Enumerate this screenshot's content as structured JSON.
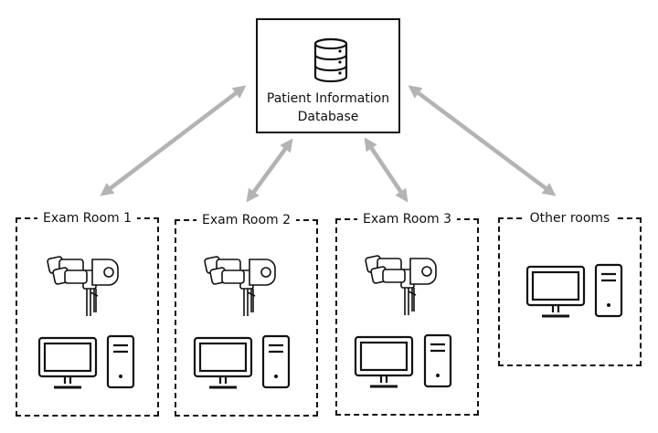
{
  "database": {
    "line1": "Patient Information",
    "line2": "Database",
    "icon": "database-icon"
  },
  "rooms": [
    {
      "label": "Exam Room 1",
      "equipment": [
        "slit-lamp-icon",
        "monitor-icon",
        "computer-tower-icon"
      ]
    },
    {
      "label": "Exam Room 2",
      "equipment": [
        "slit-lamp-icon",
        "monitor-icon",
        "computer-tower-icon"
      ]
    },
    {
      "label": "Exam Room 3",
      "equipment": [
        "slit-lamp-icon",
        "monitor-icon",
        "computer-tower-icon"
      ]
    },
    {
      "label": "Other rooms",
      "equipment": [
        "monitor-icon",
        "computer-tower-icon"
      ]
    }
  ],
  "colors": {
    "arrow": "#b3b3b3",
    "outline": "#111111"
  }
}
